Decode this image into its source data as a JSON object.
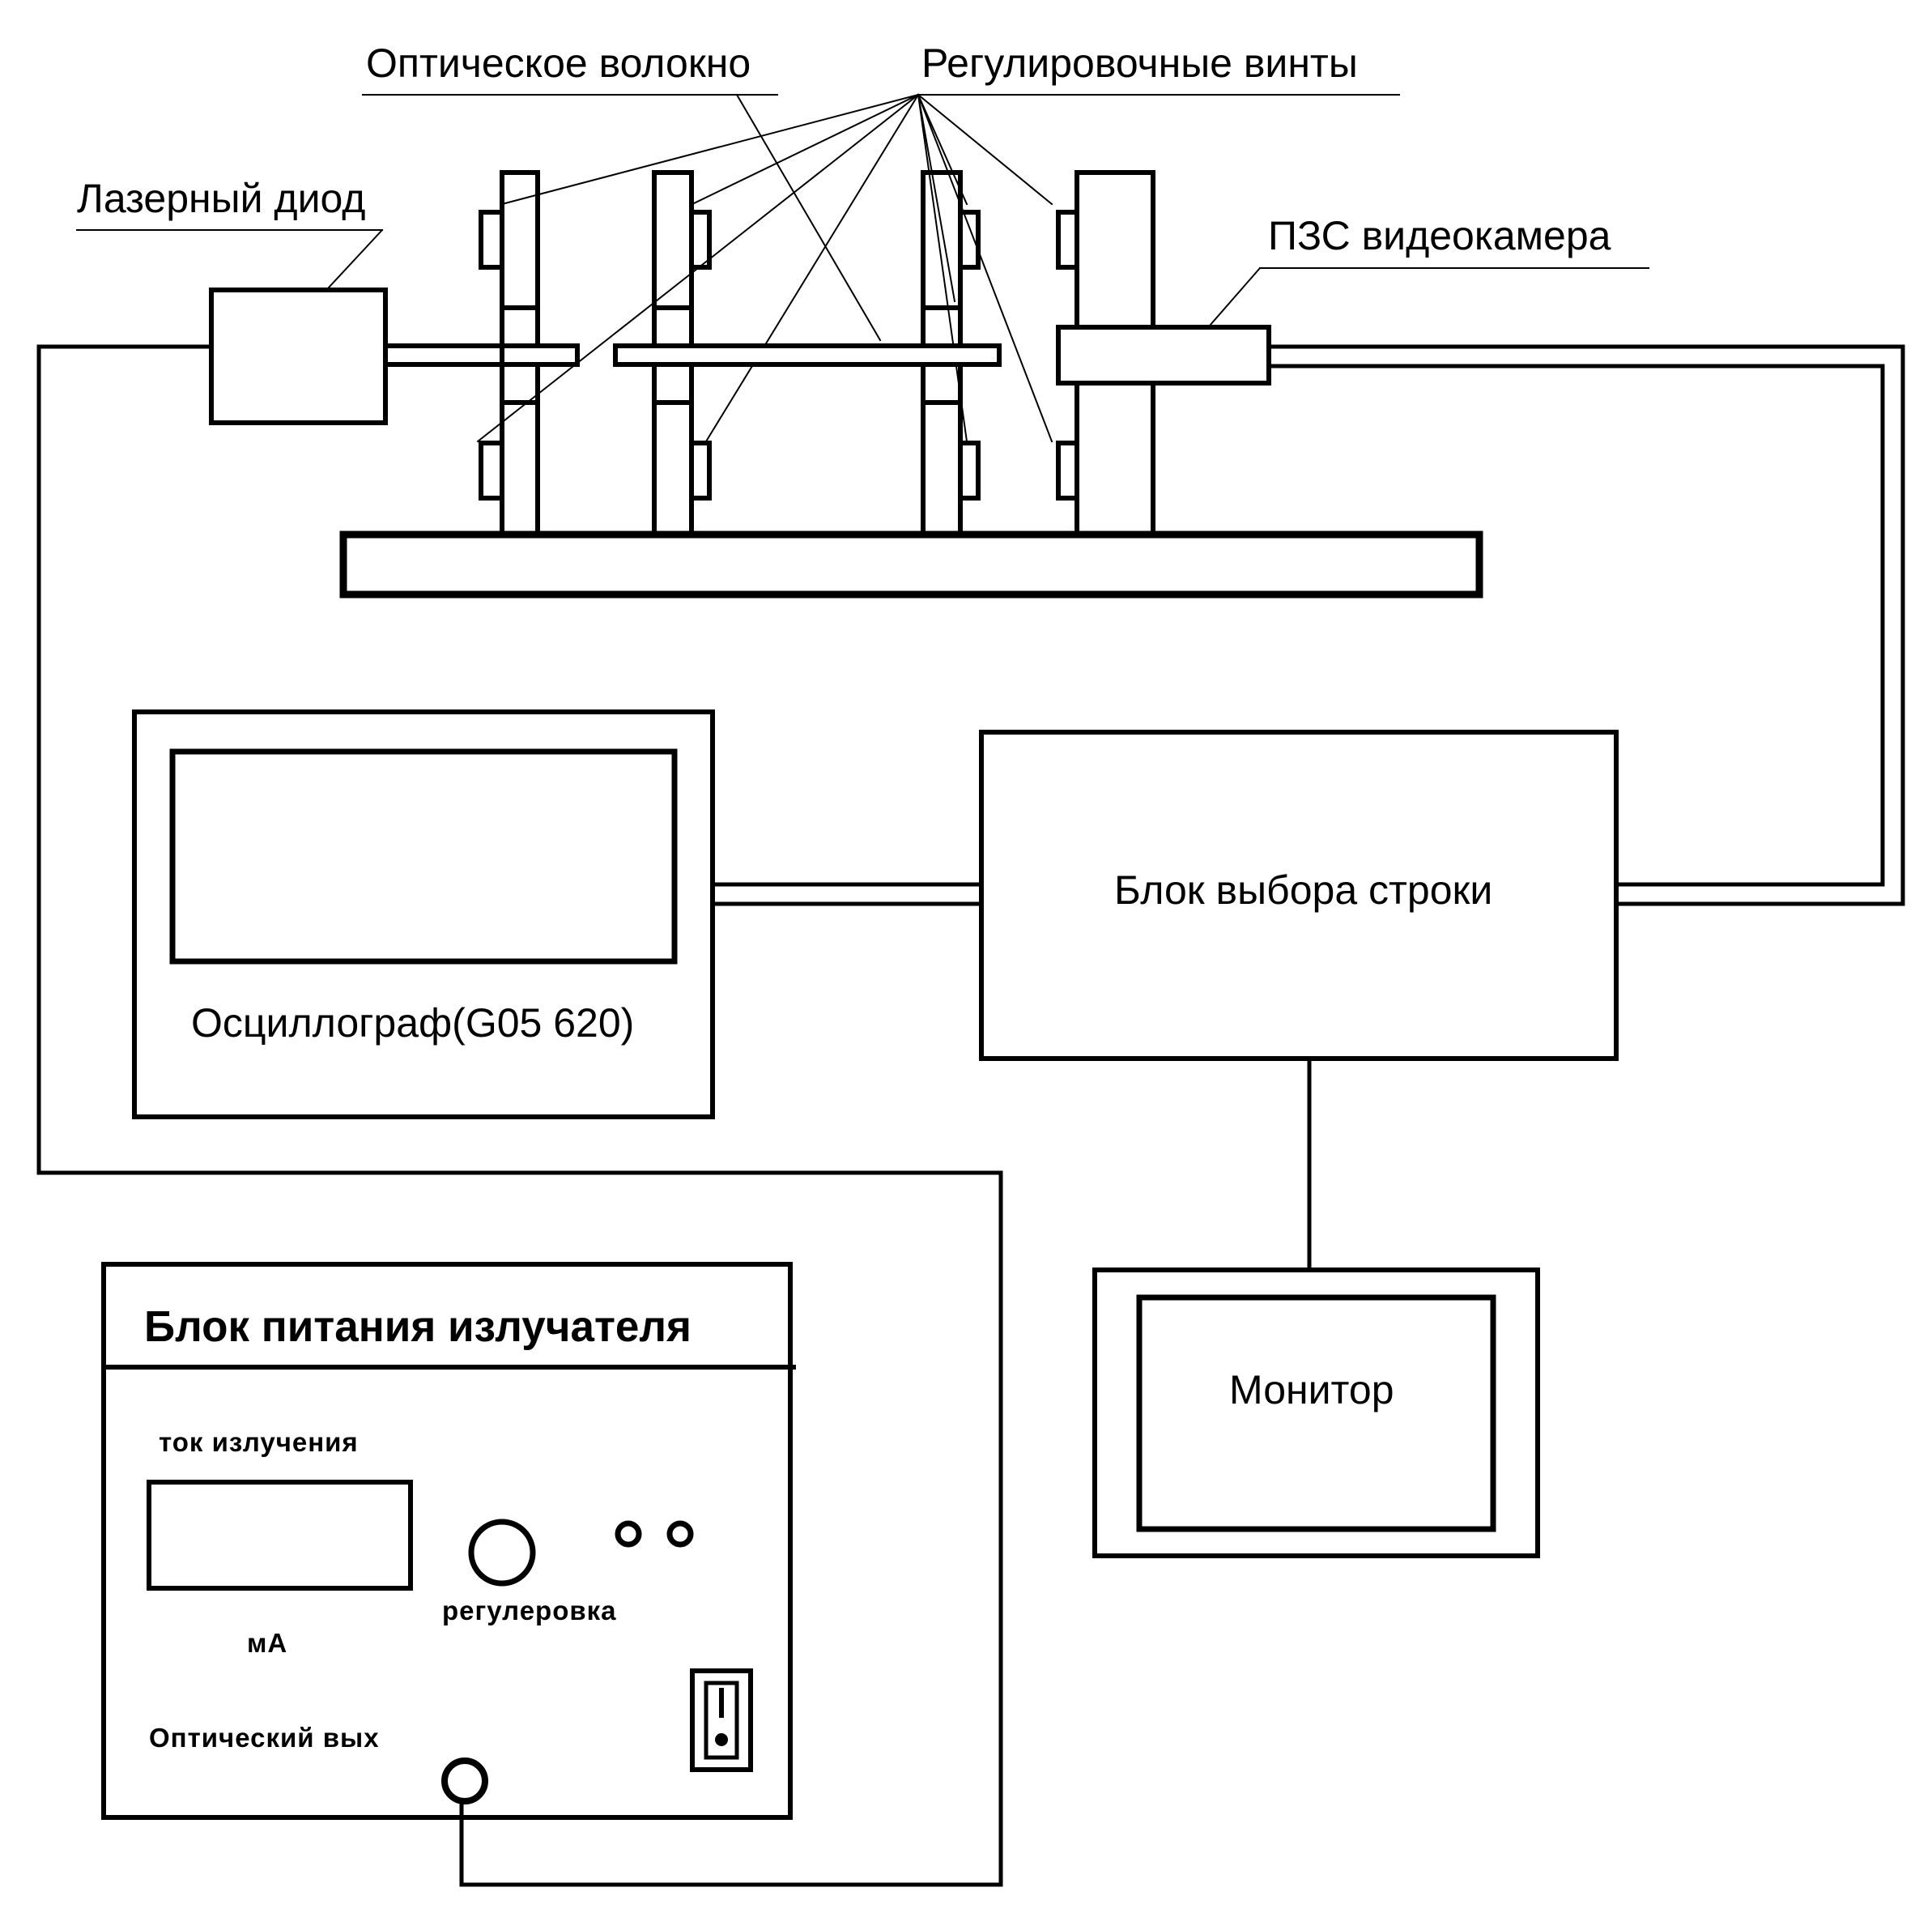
{
  "labels": {
    "fiber": "Оптическое волокно",
    "screws": "Регулировочные винты",
    "laser_diode": "Лазерный диод",
    "ccd_camera": "ПЗС видеокамера",
    "oscilloscope": "Осциллограф(G05 620)",
    "row_select": "Блок выбора строки",
    "monitor": "Монитор"
  },
  "power_supply": {
    "title": "Блок питания излучателя",
    "current_label": "ток излучения",
    "unit": "мА",
    "adjust_label": "регулеровка",
    "optical_out": "Оптический вых"
  },
  "colors": {
    "line": "#000000",
    "background": "#ffffff"
  }
}
